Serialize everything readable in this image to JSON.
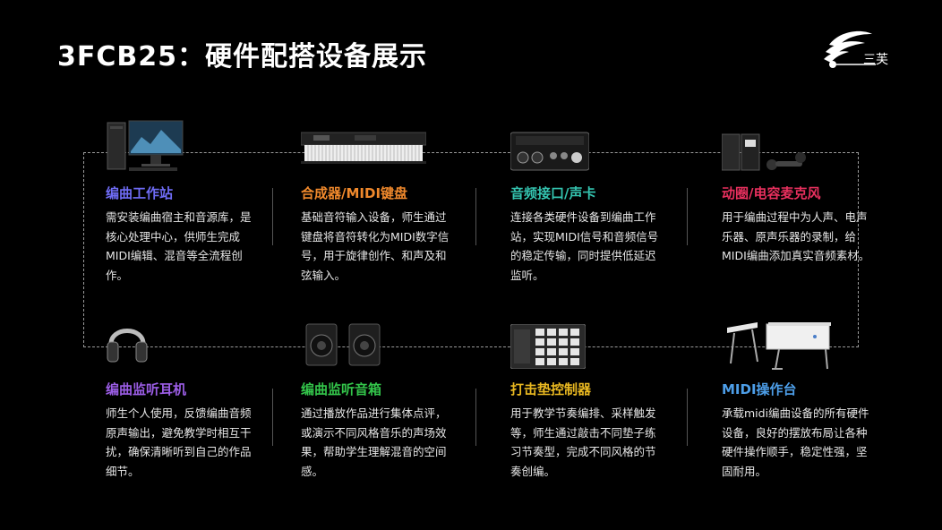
{
  "title": "3FCB25：硬件配搭设备展示",
  "logo": {
    "text": "三芙"
  },
  "items": [
    {
      "name": "编曲工作站",
      "color": "#6f6cf5",
      "desc": "需安装编曲宿主和音源库，是核心处理中心，供师生完成MIDI编辑、混音等全流程创作。"
    },
    {
      "name": "合成器/MIDI键盘",
      "color": "#f0892c",
      "desc": "基础音符输入设备，师生通过键盘将音符转化为MIDI数字信号，用于旋律创作、和声及和弦输入。"
    },
    {
      "name": "音频接口/声卡",
      "color": "#34c4b0",
      "desc": "连接各类硬件设备到编曲工作站，实现MIDI信号和音频信号的稳定传输，同时提供低延迟监听。"
    },
    {
      "name": "动圈/电容麦克风",
      "color": "#e8305e",
      "desc": "用于编曲过程中为人声、电声乐器、原声乐器的录制，给MIDI编曲添加真实音频素材。"
    },
    {
      "name": "编曲监听耳机",
      "color": "#9b5de5",
      "desc": "师生个人使用，反馈编曲音频原声输出，避免教学时相互干扰，确保清晰听到自己的作品细节。"
    },
    {
      "name": "编曲监听音箱",
      "color": "#33c44a",
      "desc": "通过播放作品进行集体点评，或演示不同风格音乐的声场效果，帮助学生理解混音的空间感。"
    },
    {
      "name": "打击垫控制器",
      "color": "#e9b821",
      "desc": "用于教学节奏编排、采样触发等，师生通过敲击不同垫子练习节奏型，完成不同风格的节奏创编。"
    },
    {
      "name": "MIDI操作台",
      "color": "#4d9ee8",
      "desc": "承载midi编曲设备的所有硬件设备，良好的摆放布局让各种硬件操作顺手，稳定性强，坚固耐用。"
    }
  ]
}
